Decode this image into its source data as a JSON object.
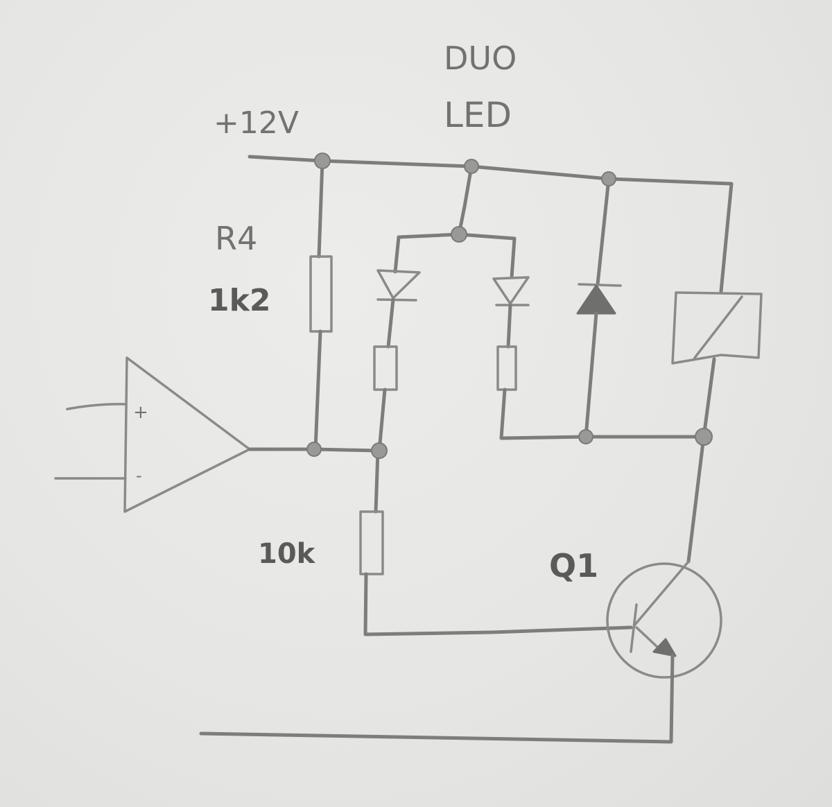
{
  "diagram": {
    "type": "hand-drawn circuit schematic",
    "labels": {
      "supply": "+12V",
      "led_title_line1": "DUO",
      "led_title_line2": "LED",
      "r4_name": "R4",
      "r4_value": "1k2",
      "base_resistor_value": "10k",
      "transistor_name": "Q1",
      "opamp_plus": "+",
      "opamp_minus": "-"
    },
    "colors": {
      "paper": "#e7e7e5",
      "pencil": "#7d7d7b"
    }
  }
}
